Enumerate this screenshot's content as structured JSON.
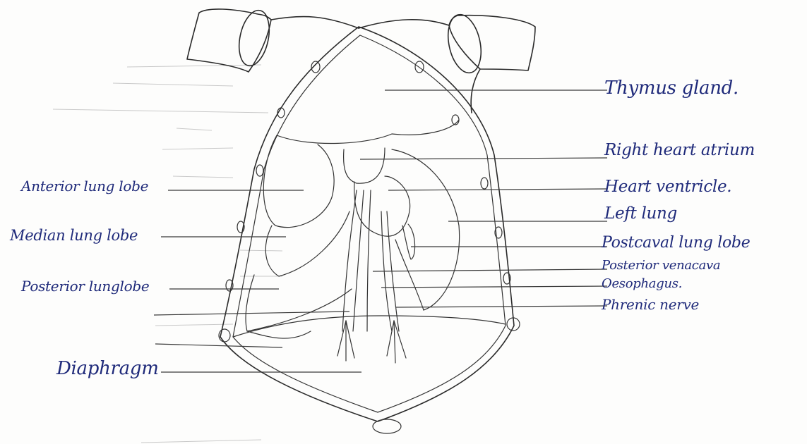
{
  "labels": {
    "thymus_gland": "Thymus gland.",
    "right_heart_atrium": "Right heart atrium",
    "heart_ventricle": "Heart ventricle.",
    "left_lung": "Left lung",
    "postcaval_lung_lobe": "Postcaval lung lobe",
    "posterior_venacava": "Posterior venacava",
    "oesophagus": "Oesophagus.",
    "phrenic_nerve": "Phrenic nerve",
    "anterior_lung_lobe": "Anterior lung lobe",
    "median_lung_lobe": "Median lung lobe",
    "posterior_lung_lobe": "Posterior lunglobe",
    "diaphragm": "Diaphragm"
  },
  "colors": {
    "ink": "#1f2a7a",
    "drawing": "#2a2a2a",
    "paper": "#fdfdfc"
  }
}
